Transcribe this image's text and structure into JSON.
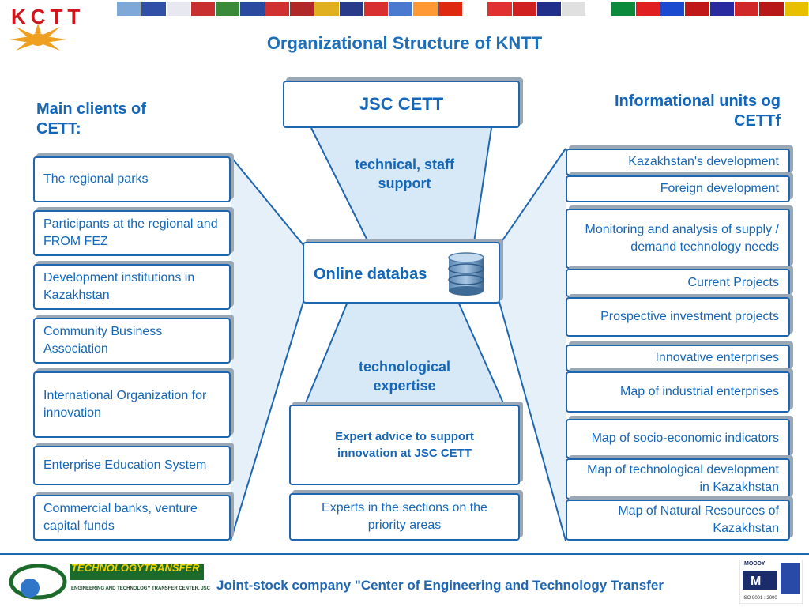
{
  "header": {
    "logo_text": "KCTT",
    "title": "Organizational Structure of KNTT",
    "flag_colors": [
      "#7ea8d8",
      "#3050a8",
      "#e8e8f0",
      "#c83030",
      "#3a8a3a",
      "#2a4aa0",
      "#d03030",
      "#b02828",
      "#e0b020",
      "#2a3a8a",
      "#d83030",
      "#4a7ad0",
      "#ff9933",
      "#de2910",
      "#ffffff",
      "#e03030",
      "#d02020",
      "#20308a",
      "#e0e0e0",
      "#ffffff",
      "#0a8a3a",
      "#e02020",
      "#1a4ad0",
      "#c01818",
      "#2a2aa0",
      "#d02828",
      "#b81818",
      "#e8c000"
    ]
  },
  "left": {
    "heading": "Main clients of CETT:",
    "items": [
      "The regional parks",
      "Participants at the regional and FROM FEZ",
      "Development institutions in Kazakhstan",
      "Community Business Association",
      "International Organization for innovation",
      "Enterprise Education System",
      "Commercial banks, venture capital funds"
    ]
  },
  "center": {
    "top_box": "JSC CETT",
    "top_label": "technical, staff support",
    "db_label": "Online databas",
    "db_icon": "database-icon",
    "bottom_label": "technological expertise",
    "expert_box": "Expert advice to support innovation at JSC CETT",
    "experts_box": "Experts in the sections on the priority areas"
  },
  "right": {
    "heading": "Informational units og CETTf",
    "items": [
      "Kazakhstan's development",
      "Foreign development",
      "Monitoring and analysis of supply / demand technology needs",
      "Current Projects",
      "Prospective investment projects",
      "Innovative enterprises",
      "Map of industrial enterprises",
      "Map of socio-economic indicators",
      "Map of technological development in Kazakhstan",
      "Map of Natural Resources of Kazakhstan"
    ]
  },
  "footer": {
    "text": "Joint-stock company \"Center of Engineering and Technology Transfer",
    "logo_text": "TECHNOLOGYTRANSFER",
    "logo_subtext": "ENGINEERING AND TECHNOLOGY TRANSFER CENTER, JSC",
    "cert_text": "MOODY",
    "cert_subtext": "ISO 9001 : 2000"
  }
}
